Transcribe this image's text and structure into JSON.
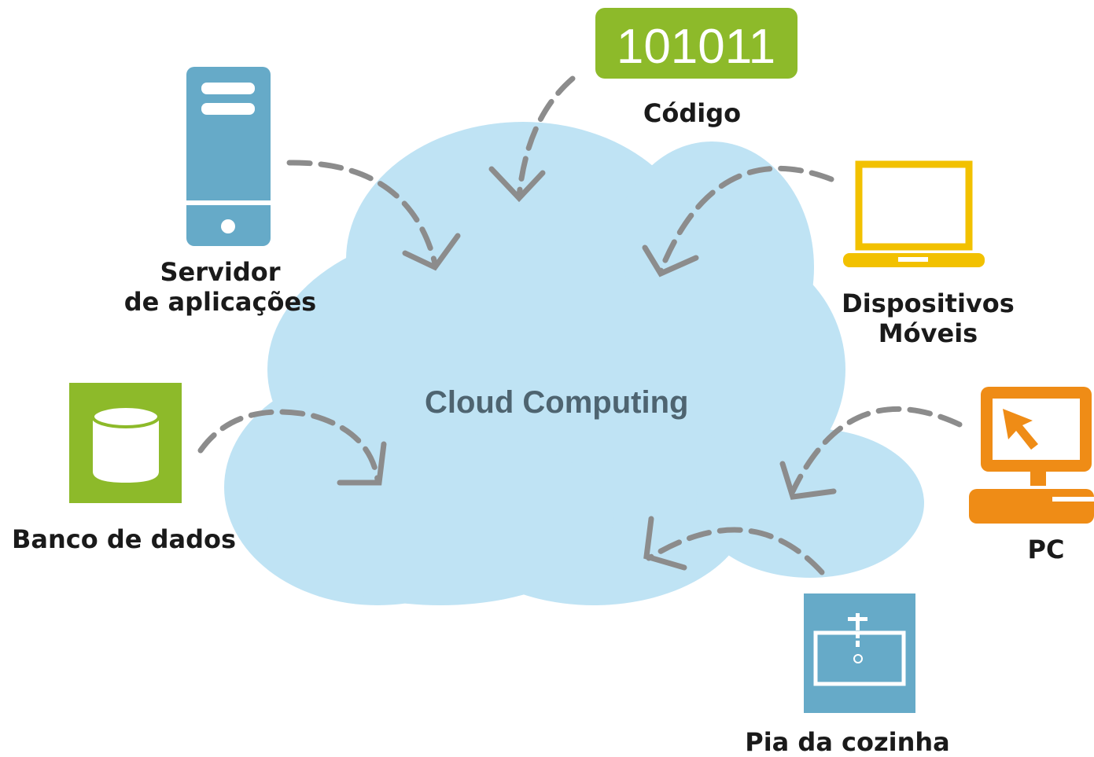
{
  "diagram": {
    "center_label": "Cloud Computing",
    "code_badge": "101011",
    "nodes": {
      "codigo": {
        "label": "Código"
      },
      "servidor": {
        "label_line1": "Servidor",
        "label_line2": "de aplicações"
      },
      "dispositivos": {
        "label_line1": "Dispositivos",
        "label_line2": "Móveis"
      },
      "banco": {
        "label": "Banco de dados"
      },
      "pc": {
        "label": "PC"
      },
      "pia": {
        "label": "Pia da cozinha"
      }
    },
    "colors": {
      "cloud": "#bfe3f4",
      "arrow": "#8c8c8c",
      "green": "#8dba2a",
      "blue": "#66aac8",
      "yellow": "#f2c100",
      "orange": "#ef8c16"
    },
    "icons": [
      "server-icon",
      "code-badge-icon",
      "laptop-icon",
      "database-icon",
      "desktop-pc-icon",
      "kitchen-sink-icon"
    ]
  }
}
